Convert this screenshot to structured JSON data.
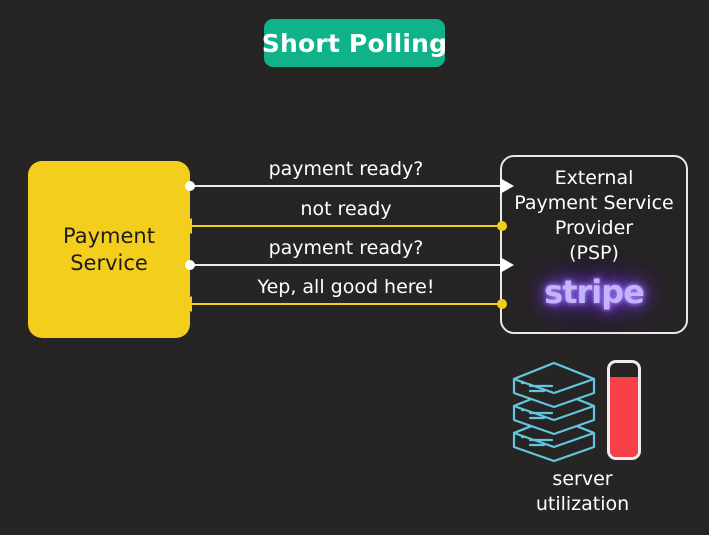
{
  "diagram": {
    "title_badge": {
      "label": "Short Polling",
      "color": "#10b289"
    },
    "background_color": "#272524",
    "nodes": [
      {
        "id": "payment-service",
        "label": "Payment\nService",
        "fill_color": "#f4ce1d",
        "text_color": "#1d1b1a"
      },
      {
        "id": "psp",
        "label": "External\nPayment Service\nProvider\n(PSP)",
        "logo_text": "stripe",
        "logo_color": "#c3b4fb",
        "border_color": "#e9e9e9",
        "text_color": "#ffffff"
      }
    ],
    "messages": [
      {
        "label": "payment ready?",
        "direction": "right",
        "color": "#eceaea"
      },
      {
        "label": "not ready",
        "direction": "left",
        "color": "#f3cd1c"
      },
      {
        "label": "payment ready?",
        "direction": "right",
        "color": "#eceaea"
      },
      {
        "label": "Yep, all good here!",
        "direction": "left",
        "color": "#f3cd1c"
      }
    ],
    "utilization": {
      "label": "server\nutilization",
      "server_icon_color": "#63c6e0",
      "gauge_fill_color": "#f8404a",
      "gauge_fill_percent": "85"
    }
  }
}
